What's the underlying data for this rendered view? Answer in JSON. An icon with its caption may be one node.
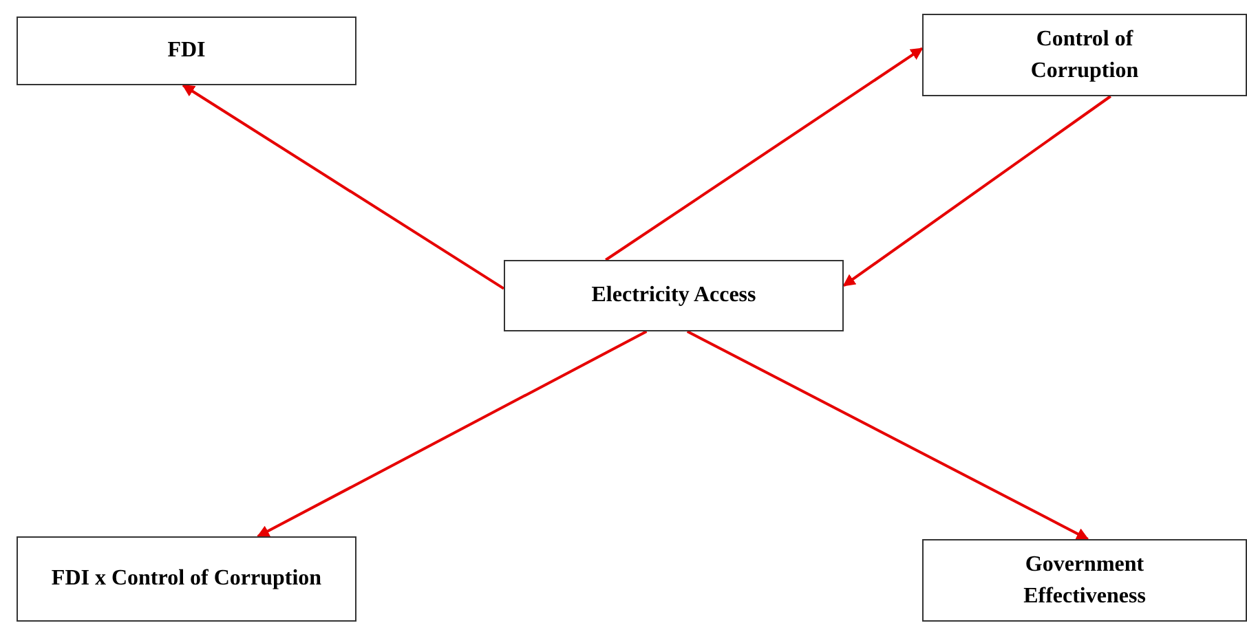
{
  "diagram": {
    "nodes": [
      {
        "text": [
          "FDI"
        ]
      },
      {
        "text": [
          "Control of Corruption"
        ]
      },
      {
        "text": [
          "Electricity Access"
        ]
      },
      {
        "text": [
          "FDI x Control of Corruption"
        ]
      },
      {
        "text": [
          "Government Effectiveness"
        ]
      }
    ],
    "edges": [
      {
        "from": 2,
        "to": 0,
        "arrow": "to"
      },
      {
        "from": 2,
        "to": 1,
        "arrow": "to"
      },
      {
        "from": 1,
        "to": 2,
        "arrow": "to"
      },
      {
        "from": 2,
        "to": 3,
        "arrow": "to"
      },
      {
        "from": 2,
        "to": 4,
        "arrow": "to"
      }
    ]
  }
}
